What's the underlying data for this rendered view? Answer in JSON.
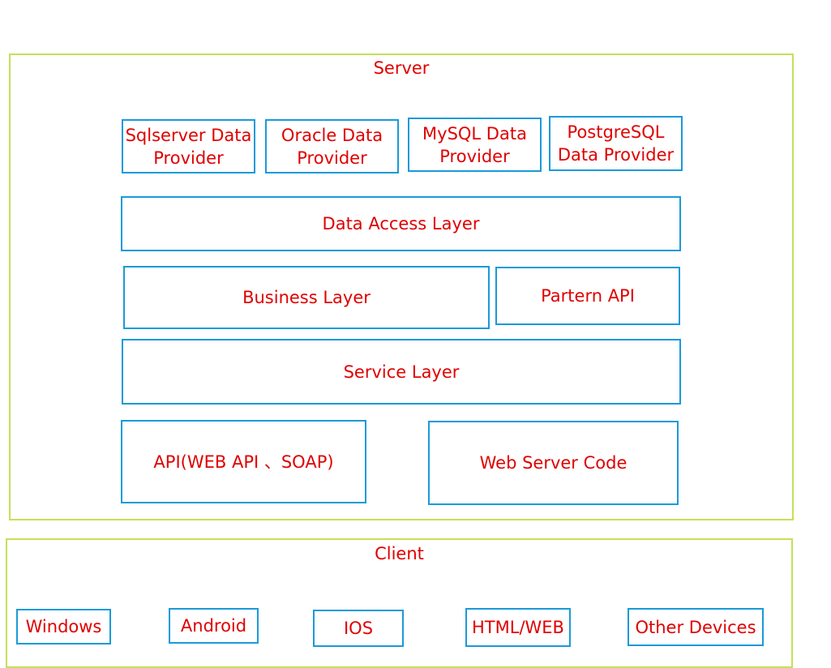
{
  "colors": {
    "group_border": "#c4e05a",
    "box_border": "#1a9ad8",
    "text": "#e00000"
  },
  "server": {
    "title": "Server",
    "providers": [
      {
        "line1": "Sqlserver Data",
        "line2": "Provider"
      },
      {
        "line1": "Oracle Data",
        "line2": "Provider"
      },
      {
        "line1": "MySQL Data",
        "line2": "Provider"
      },
      {
        "line1": "PostgreSQL",
        "line2": "Data Provider"
      }
    ],
    "data_access_layer": "Data Access Layer",
    "business_layer": "Business Layer",
    "partern_api": "Partern API",
    "service_layer": "Service Layer",
    "api": "API(WEB API 、SOAP)",
    "web_server_code": "Web Server Code"
  },
  "client": {
    "title": "Client",
    "devices": [
      "Windows",
      "Android",
      "IOS",
      "HTML/WEB",
      "Other Devices"
    ]
  }
}
